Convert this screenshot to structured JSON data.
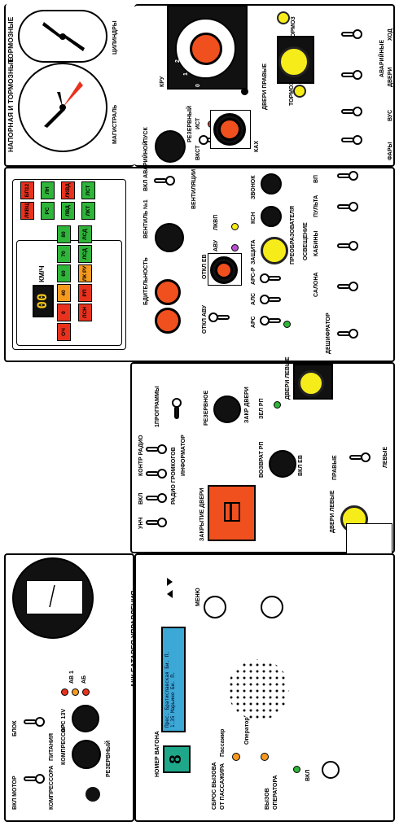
{
  "gauges_panel": {
    "title": "НАПОРНАЯ И ТОРМОЗНЫЕ",
    "label_brake": "ТОРМОЗНЫЕ",
    "label_main": "МАГИСТРАЛЬ",
    "label_cyl": "ЦИЛИНДРЫ"
  },
  "kru_panel": {
    "kru": "КРУ",
    "pusk": "ПУСК",
    "rezerv": "РЕЗЕРВНЫЙ",
    "ist": "ИСТ",
    "vkst": "ВКСТ",
    "kah": "КАХ",
    "tormoz_top": "ТОРМОЗ",
    "tormoz_bottom": "ТОРМОЗ",
    "doors_right": "ДВЕРИ ПРАВЫЕ",
    "fary": "ФАРЫ",
    "vus": "ВУС",
    "dveri": "ДВЕРИ",
    "hod": "ХОД",
    "avar": "АВАРИЙНЫЕ",
    "pos0": "0",
    "pos1": "1",
    "pos2": "2"
  },
  "ventil_panel": {
    "vkl_avar": "ВКЛ АВАРИЙНОЙ",
    "ventil_lbl": "ВЕНТИЛЯЦИИ",
    "ventil1": "ВЕНТИЛЬ №1",
    "bditel": "БДИТЕЛЬНОСТЬ",
    "otkl_ev": "ОТКЛ ЕВ",
    "otkl_avu": "ОТКЛ АВУ",
    "lkvp": "ЛКВП",
    "avu": "АВУ",
    "zvonok": "ЗВОНОК",
    "ksn": "КСН",
    "zaschita": "ЗАЩИТА",
    "preobr": "ПРЕОБРАЗОВАТЕЛЯ",
    "ars_r": "АРС-Р",
    "als": "АЛС",
    "ars": "АРС",
    "osveschenie": "ОСВЕЩЕНИЕ",
    "salona": "САЛОНА",
    "kabiny": "КАБИНЫ",
    "pulta": "ПУЛЬТА",
    "deshifrator": "ДЕШИФРАТОР",
    "vp": "ВП"
  },
  "speed_panel": {
    "speed_value": "00",
    "unit": "КМ/Ч",
    "row1": [
      "ОЧ",
      "0",
      "40",
      "60",
      "70",
      "80"
    ],
    "row2": [
      "ЛСН",
      "РП",
      "ЛК РУ",
      "ЛСД",
      "ЛСД"
    ],
    "grid": [
      [
        "ЛКВЦ",
        "РС",
        "ЛВД",
        "ЛКТ"
      ],
      [
        "ЛН",
        "ЛКВД",
        "ЛСТ"
      ],
      [
        "БП12"
      ]
    ]
  },
  "doors_panel": {
    "uhch": "УНЧ",
    "vkl": "ВКЛ",
    "kontr": "КОНТР РАДИО",
    "radio_gromk": "РАДИО ГРОМКОГОВ",
    "informator": "ИНФОРМАТОР",
    "programs": "1ПРОГРАММЫ",
    "rezervnoe": "РЕЗЕРВНОЕ",
    "zakr_dveri": "ЗАКР ДВЕРИ",
    "zakrytie": "ЗАКРЫТИЕ ДВЕРИ",
    "vozvrat": "ВОЗВРАТ РП",
    "vkl_ev": "ВКЛ ЕВ",
    "zel_rp": "ЗЕЛ РП",
    "dveri_levye_top": "ДВЕРИ ЛЕВЫЕ",
    "dveri_levye_bottom": "ДВЕРИ ЛЕВЫЕ",
    "pravye": "ПРАВЫЕ",
    "levye": "ЛЕВЫЕ"
  },
  "battery_panel": {
    "title": "АКК БАТАРЕЯ УПРАВЛЕНИЯ"
  },
  "compressor_panel": {
    "vkl_motor": "ВКЛ МОТОР",
    "blok": "БЛОК",
    "kompressora": "КОМПРЕССОРА",
    "pitaniya": "ПИТАНИЯ",
    "kompressor": "КОМПРЕССОР",
    "ars13": "АРС 13V",
    "rezervnyy": "РЕЗЕРВНЫЙ",
    "lamps": [
      "АВ",
      "АВ 1",
      "АБ"
    ]
  },
  "info_panel": {
    "nomer": "НОМЕР ВАГОНА",
    "nomer_value": "8",
    "menu": "МЕНЮ",
    "lcd_line1": "Прес.   Братиславская   Би. П.",
    "lcd_line2": "1.35   Марьино        Би. П.",
    "sbros": "СБРОС ВЫЗОВА",
    "ot_pass": "ОТ ПАССАЖИРА",
    "passazhir": "Пассажир",
    "operator": "Оператор",
    "vyzov": "ВЫЗОВ",
    "operatora": "ОПЕРАТОРА",
    "vkl": "ВКЛ"
  }
}
